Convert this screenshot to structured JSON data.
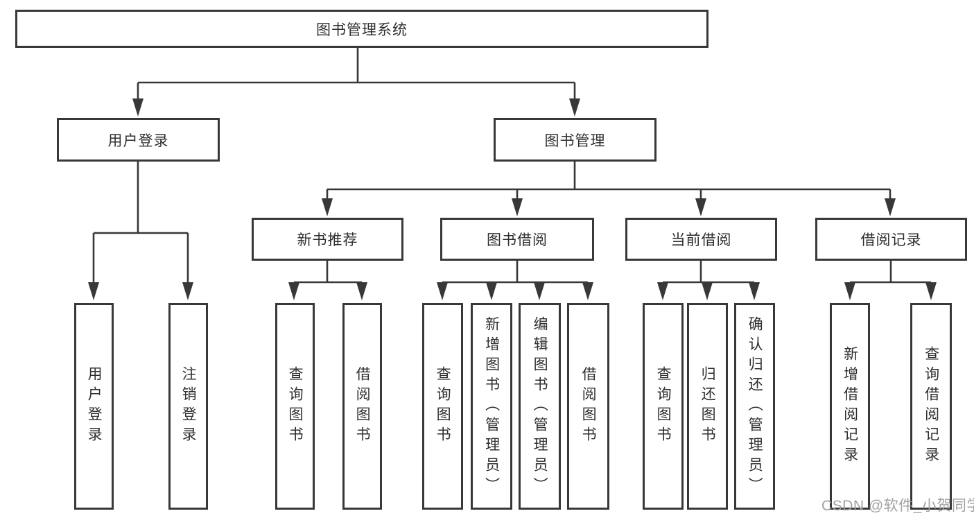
{
  "diagram": {
    "root": {
      "label": "图书管理系统"
    },
    "level2": [
      {
        "label": "用户登录"
      },
      {
        "label": "图书管理"
      }
    ],
    "level3": [
      {
        "label": "新书推荐"
      },
      {
        "label": "图书借阅"
      },
      {
        "label": "当前借阅"
      },
      {
        "label": "借阅记录"
      }
    ],
    "leaves": [
      {
        "label": "用户登录"
      },
      {
        "label": "注销登录"
      },
      {
        "label": "查询图书"
      },
      {
        "label": "借阅图书"
      },
      {
        "label": "查询图书"
      },
      {
        "label": "新增图书（管理员）"
      },
      {
        "label": "编辑图书（管理员）"
      },
      {
        "label": "借阅图书"
      },
      {
        "label": "查询图书"
      },
      {
        "label": "归还图书"
      },
      {
        "label": "确认归还（管理员）"
      },
      {
        "label": "新增借阅记录"
      },
      {
        "label": "查询借阅记录"
      }
    ],
    "watermark": "CSDN @软件_小贺同学",
    "colors": {
      "line": "#383838",
      "text": "#2e2e2e",
      "watermark": "#a2a2a2",
      "background": "#ffffff"
    }
  }
}
